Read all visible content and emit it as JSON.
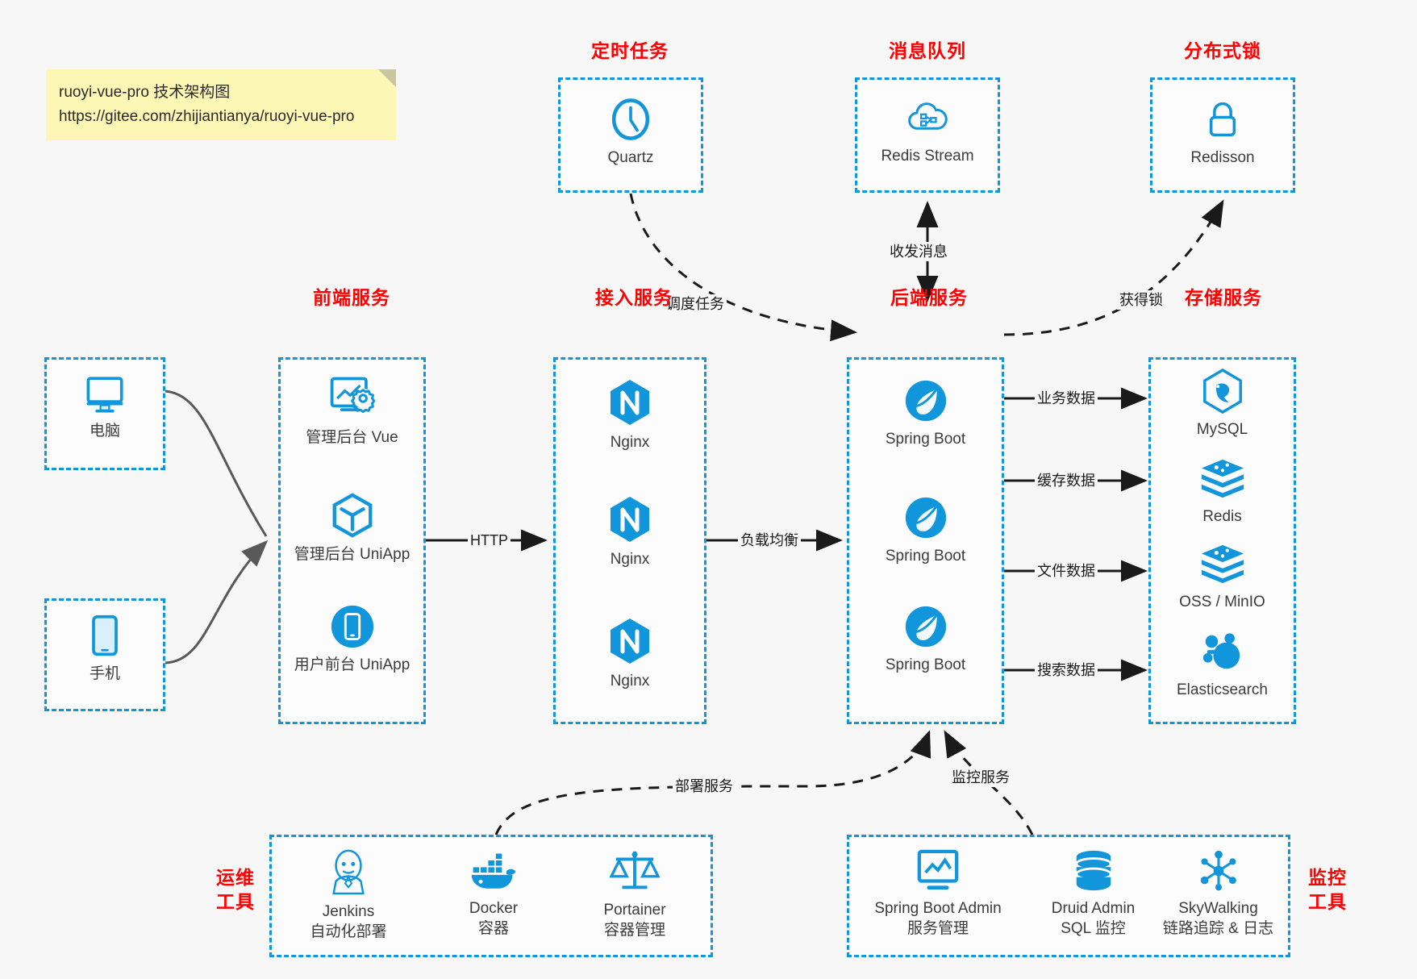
{
  "note": {
    "line1": "ruoyi-vue-pro 技术架构图",
    "line2": "https://gitee.com/zhijiantianya/ruoyi-vue-pro"
  },
  "colors": {
    "accent": "#1296db",
    "group_title": "#ff0000",
    "text": "#3c3c3c",
    "edge": "#1a1a1a",
    "curve": "#595959",
    "note_bg": "#fdf7b5",
    "canvas": "#f7f7f7"
  },
  "groups": {
    "timer": {
      "title": "定时任务",
      "items": [
        {
          "label": "Quartz",
          "icon": "clock-icon"
        }
      ]
    },
    "mq": {
      "title": "消息队列",
      "items": [
        {
          "label": "Redis Stream",
          "icon": "cloud-node-icon"
        }
      ]
    },
    "lock": {
      "title": "分布式锁",
      "items": [
        {
          "label": "Redisson",
          "icon": "lock-icon"
        }
      ]
    },
    "devices": {
      "items": [
        {
          "label": "电脑",
          "icon": "desktop-icon"
        },
        {
          "label": "手机",
          "icon": "mobile-icon"
        }
      ]
    },
    "frontend": {
      "title": "前端服务",
      "items": [
        {
          "label": "管理后台 Vue",
          "icon": "dashboard-gear-icon"
        },
        {
          "label": "管理后台 UniApp",
          "icon": "cube-icon"
        },
        {
          "label": "用户前台 UniApp",
          "icon": "mobile-round-icon"
        }
      ]
    },
    "gateway": {
      "title": "接入服务",
      "items": [
        {
          "label": "Nginx",
          "icon": "nginx-icon"
        },
        {
          "label": "Nginx",
          "icon": "nginx-icon"
        },
        {
          "label": "Nginx",
          "icon": "nginx-icon"
        }
      ]
    },
    "backend": {
      "title": "后端服务",
      "items": [
        {
          "label": "Spring Boot",
          "icon": "spring-icon"
        },
        {
          "label": "Spring Boot",
          "icon": "spring-icon"
        },
        {
          "label": "Spring Boot",
          "icon": "spring-icon"
        }
      ]
    },
    "storage": {
      "title": "存储服务",
      "items": [
        {
          "label": "MySQL",
          "icon": "mysql-icon"
        },
        {
          "label": "Redis",
          "icon": "redis-icon"
        },
        {
          "label": "OSS / MinIO",
          "icon": "oss-icon"
        },
        {
          "label": "Elasticsearch",
          "icon": "elasticsearch-icon"
        }
      ]
    },
    "devops": {
      "title_line1": "运维",
      "title_line2": "工具",
      "items": [
        {
          "label": "Jenkins",
          "sub": "自动化部署",
          "icon": "jenkins-icon"
        },
        {
          "label": "Docker",
          "sub": "容器",
          "icon": "docker-icon"
        },
        {
          "label": "Portainer",
          "sub": "容器管理",
          "icon": "scales-icon"
        }
      ]
    },
    "monitor": {
      "title_line1": "监控",
      "title_line2": "工具",
      "items": [
        {
          "label": "Spring Boot Admin",
          "sub": "服务管理",
          "icon": "monitor-chart-icon"
        },
        {
          "label": "Druid Admin",
          "sub": "SQL 监控",
          "icon": "database-icon"
        },
        {
          "label": "SkyWalking",
          "sub": "链路追踪 & 日志",
          "icon": "skywalking-icon"
        }
      ]
    }
  },
  "edges": {
    "http": "HTTP",
    "load_balance": "负载均衡",
    "schedule_task": "调度任务",
    "send_receive_message": "收发消息",
    "acquire_lock": "获得锁",
    "business_data": "业务数据",
    "cache_data": "缓存数据",
    "file_data": "文件数据",
    "search_data": "搜索数据",
    "deploy_service": "部署服务",
    "monitor_service": "监控服务"
  }
}
